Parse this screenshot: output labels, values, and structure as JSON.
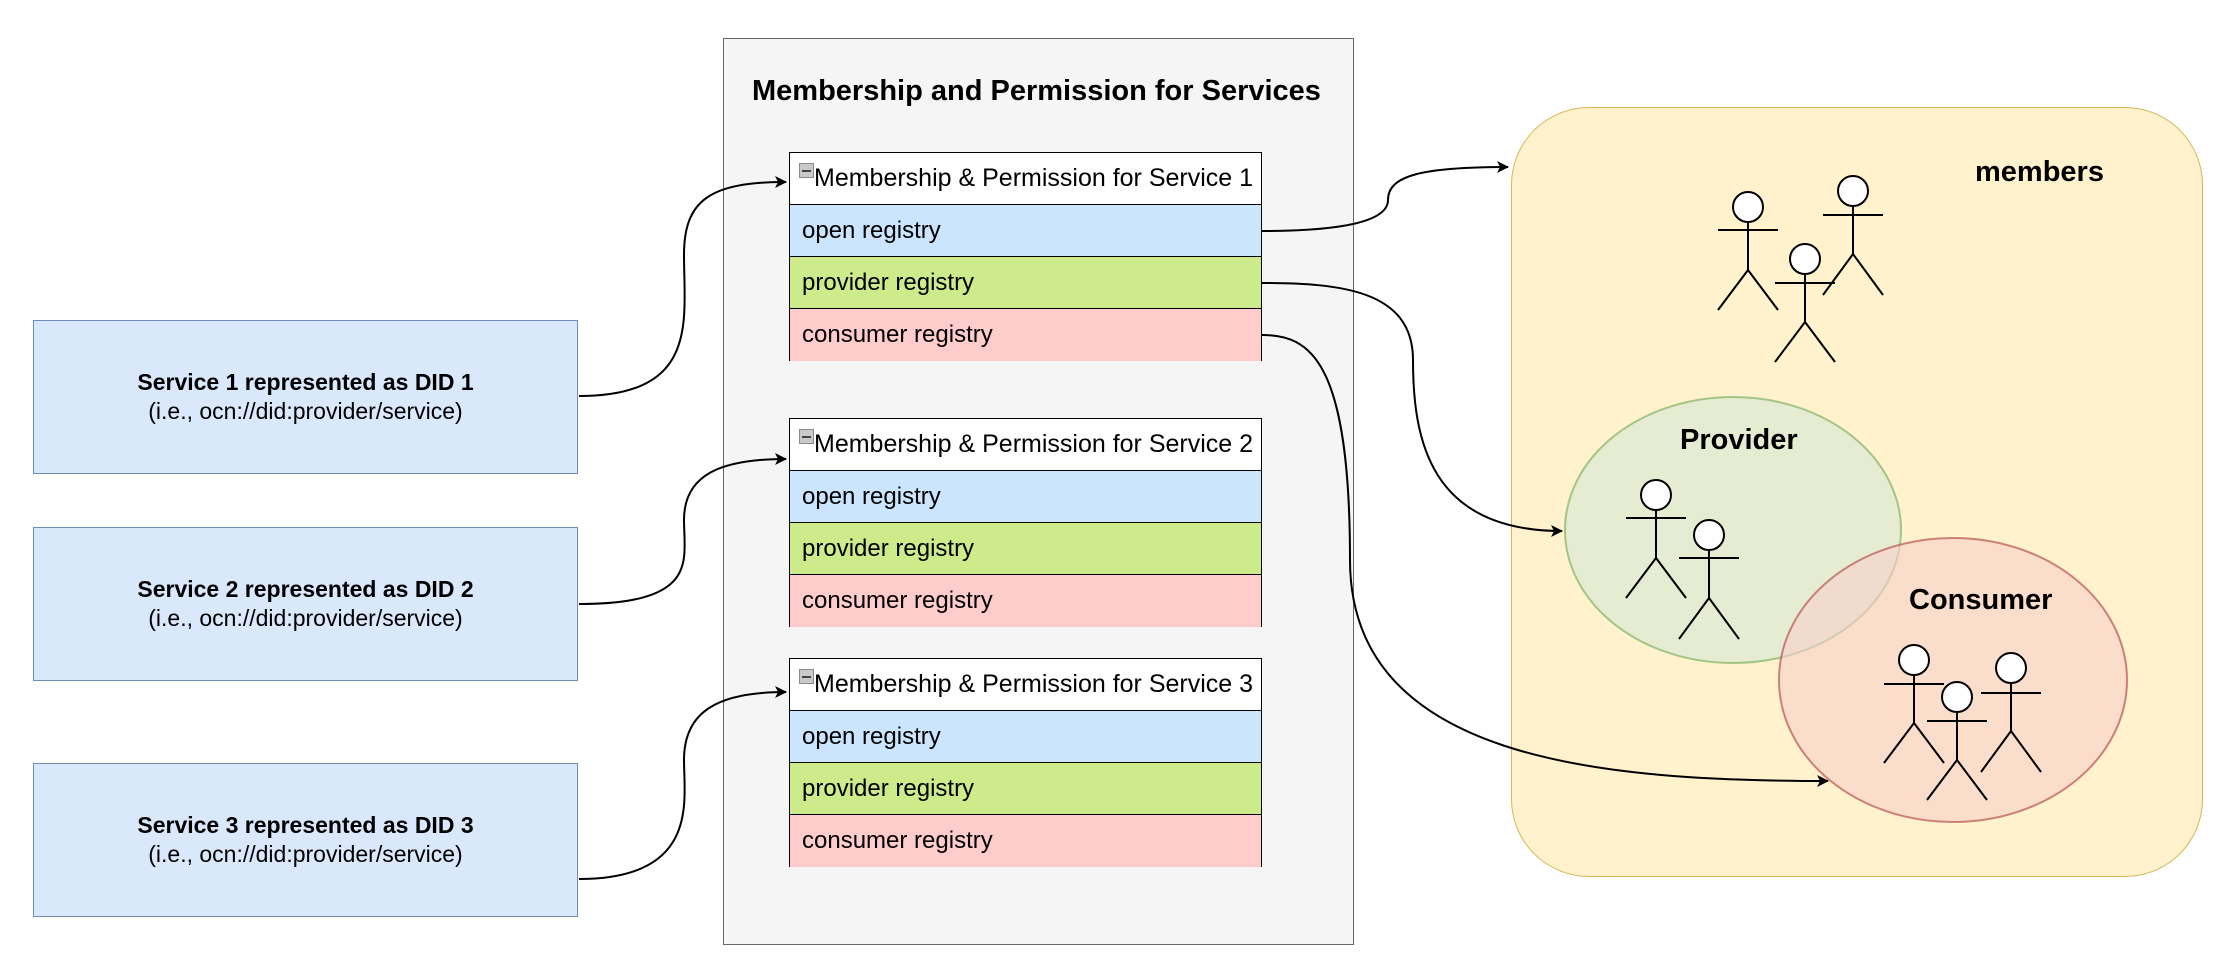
{
  "services": [
    {
      "title": "Service 1 represented as DID 1",
      "subtitle": "(i.e., ocn://did:provider/service)"
    },
    {
      "title": "Service 2 represented as DID 2",
      "subtitle": "(i.e., ocn://did:provider/service)"
    },
    {
      "title": "Service 3 represented as DID 3",
      "subtitle": "(i.e., ocn://did:provider/service)"
    }
  ],
  "container": {
    "title": "Membership and Permission for Services"
  },
  "tables": [
    {
      "header": "Membership & Permission for Service 1",
      "rows": [
        "open registry",
        "provider registry",
        "consumer registry"
      ]
    },
    {
      "header": "Membership & Permission for Service 2",
      "rows": [
        "open registry",
        "provider registry",
        "consumer registry"
      ]
    },
    {
      "header": "Membership & Permission for Service 3",
      "rows": [
        "open registry",
        "provider registry",
        "consumer registry"
      ]
    }
  ],
  "members": {
    "label": "members"
  },
  "provider": {
    "label": "Provider"
  },
  "consumer": {
    "label": "Consumer"
  },
  "colors": {
    "service_fill": "#dae8fc",
    "service_stroke": "#6c8ebf",
    "open_registry": "#cce5ff",
    "provider_registry": "#cdeb8b",
    "consumer_registry": "#ffcccc",
    "members_fill": "#fff2cc",
    "members_stroke": "#d6b656",
    "provider_fill": "#d5e8d4",
    "provider_stroke": "#82b366",
    "consumer_fill": "#f8cecc",
    "consumer_stroke": "#b85450"
  }
}
